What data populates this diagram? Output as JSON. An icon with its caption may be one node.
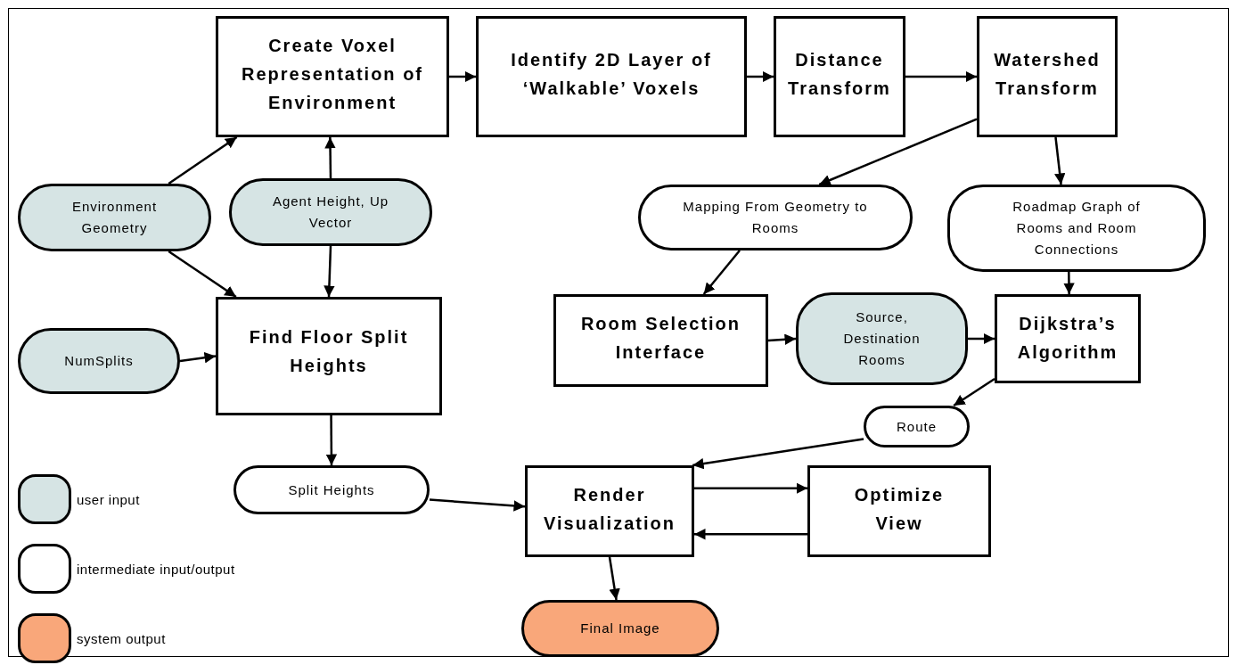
{
  "diagram": {
    "nodes": [
      {
        "text": [
          "Create Voxel Representation of Environment"
        ]
      },
      {
        "text": [
          "Identify 2D Layer of ‘Walkable’ Voxels"
        ]
      },
      {
        "text": [
          "Distance Transform"
        ]
      },
      {
        "text": [
          "Watershed Transform"
        ]
      },
      {
        "text": [
          "Environment Geometry"
        ]
      },
      {
        "text": [
          "Agent Height, Up Vector"
        ]
      },
      {
        "text": [
          "Mapping From Geometry to Rooms"
        ]
      },
      {
        "text": [
          "Roadmap Graph of Rooms and Room Connections"
        ]
      },
      {
        "text": [
          "Find Floor Split Heights"
        ]
      },
      {
        "text": [
          "Room Selection Interface"
        ]
      },
      {
        "text": [
          "Source, Destination Rooms"
        ]
      },
      {
        "text": [
          "Dijkstra’s Algorithm"
        ]
      },
      {
        "text": [
          "NumSplits"
        ]
      },
      {
        "text": [
          "Route"
        ]
      },
      {
        "text": [
          "Split Heights"
        ]
      },
      {
        "text": [
          "Render Visualization"
        ]
      },
      {
        "text": [
          "Optimize View"
        ]
      },
      {
        "text": [
          "Final Image"
        ]
      }
    ],
    "edges": [
      {
        "from": 0,
        "to": 1,
        "arrow": "to"
      },
      {
        "from": 1,
        "to": 2,
        "arrow": "to"
      },
      {
        "from": 2,
        "to": 3,
        "arrow": "to"
      },
      {
        "from": 4,
        "to": 0,
        "arrow": "to"
      },
      {
        "from": 5,
        "to": 0,
        "arrow": "to"
      },
      {
        "from": 4,
        "to": 8,
        "arrow": "to"
      },
      {
        "from": 5,
        "to": 8,
        "arrow": "to"
      },
      {
        "from": 3,
        "to": 6,
        "arrow": "to"
      },
      {
        "from": 3,
        "to": 7,
        "arrow": "to"
      },
      {
        "from": 6,
        "to": 9,
        "arrow": "to"
      },
      {
        "from": 7,
        "to": 11,
        "arrow": "to"
      },
      {
        "from": 9,
        "to": 10,
        "arrow": "to"
      },
      {
        "from": 10,
        "to": 11,
        "arrow": "to"
      },
      {
        "from": 11,
        "to": 13,
        "arrow": "to"
      },
      {
        "from": 13,
        "to": 15,
        "arrow": "to"
      },
      {
        "from": 12,
        "to": 8,
        "arrow": "to"
      },
      {
        "from": 8,
        "to": 14,
        "arrow": "to"
      },
      {
        "from": 14,
        "to": 15,
        "arrow": "to"
      },
      {
        "from": 15,
        "to": 16,
        "arrow": "to"
      },
      {
        "from": 16,
        "to": 15,
        "arrow": "to"
      },
      {
        "from": 15,
        "to": 17,
        "arrow": "to"
      }
    ],
    "legend": [
      {
        "text": "user input",
        "color": "#d6e4e4"
      },
      {
        "text": "intermediate input/output",
        "color": "#ffffff"
      },
      {
        "text": "system output",
        "color": "#f9a77a"
      }
    ]
  }
}
